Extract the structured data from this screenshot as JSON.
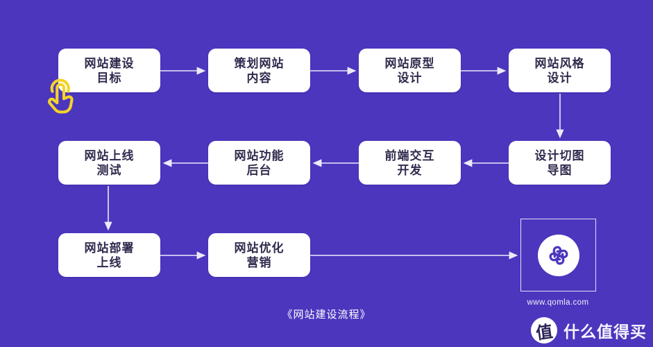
{
  "colors": {
    "background": "#4C36BE",
    "node_fill": "#FFFFFF",
    "node_text": "#2F2A4D",
    "connector": "#ECEAF8",
    "hand_icon_yellow": "#F3D329",
    "logo_mark_purple": "#4C36BE"
  },
  "flow": {
    "caption": "《网站建设流程》",
    "nodes": [
      {
        "line1": "网站建设",
        "line2": "目标"
      },
      {
        "line1": "策划网站",
        "line2": "内容"
      },
      {
        "line1": "网站原型",
        "line2": "设计"
      },
      {
        "line1": "网站风格",
        "line2": "设计"
      },
      {
        "line1": "网站上线",
        "line2": "测试"
      },
      {
        "line1": "网站功能",
        "line2": "后台"
      },
      {
        "line1": "前端交互",
        "line2": "开发"
      },
      {
        "line1": "设计切图",
        "line2": "导图"
      },
      {
        "line1": "网站部署",
        "line2": "上线"
      },
      {
        "line1": "网站优化",
        "line2": "营销"
      }
    ]
  },
  "logo": {
    "url": "www.qomla.com"
  },
  "watermark": {
    "badge": "值",
    "text": "什么值得买"
  },
  "icons": {
    "hand": "tap-gesture-icon",
    "logo": "clover-logo-icon",
    "watermark_badge": "zhi-badge-icon"
  }
}
